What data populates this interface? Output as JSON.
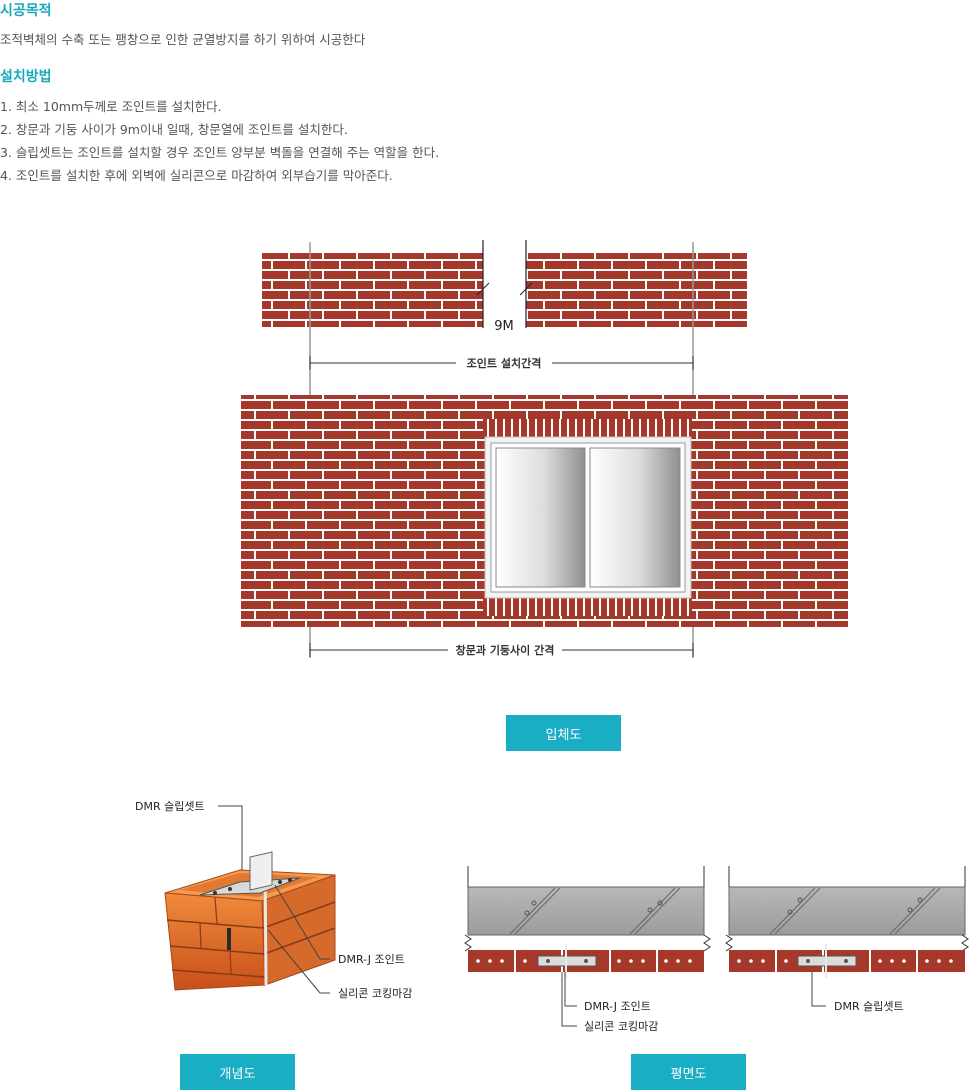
{
  "purpose": {
    "title": "시공목적",
    "text": "조적벽체의 수축 또는 팽창으로 인한 균열방지를 하기  위하여 시공한다"
  },
  "method": {
    "title": "설치방법",
    "steps": [
      "1. 최소 10mm두께로 조인트를 설치한다.",
      "2. 창문과 기둥 사이가 9m이내 일때, 창문열에  조인트를 설치한다.",
      "3. 슬립셋트는 조인트를  설치할  경우 조인트 양부분 벽돌을 연결해 주는 역할을 한다.",
      "4. 조인트를 설치한 후에 외벽에 실리콘으로 마감하여 외부습기를 막아준다."
    ]
  },
  "elevation": {
    "gap_label": "9M",
    "joint_spacing_label": "조인트 설치간격",
    "window_column_label": "창문과 기둥사이 간격",
    "button": "입체도"
  },
  "concept": {
    "slipset_label": "DMR 슬립셋트",
    "joint_label": "DMR-J 조인트",
    "caulking_label": "실리콘 코킹마감",
    "button": "개념도"
  },
  "plan": {
    "joint_label": "DMR-J 조인트",
    "caulking_label": "실리콘 코킹마감",
    "slipset_label": "DMR 슬립셋트",
    "button": "평면도"
  },
  "colors": {
    "accent": "#1aaec5",
    "brick": "#a5382a",
    "mortar": "#ffffff"
  }
}
